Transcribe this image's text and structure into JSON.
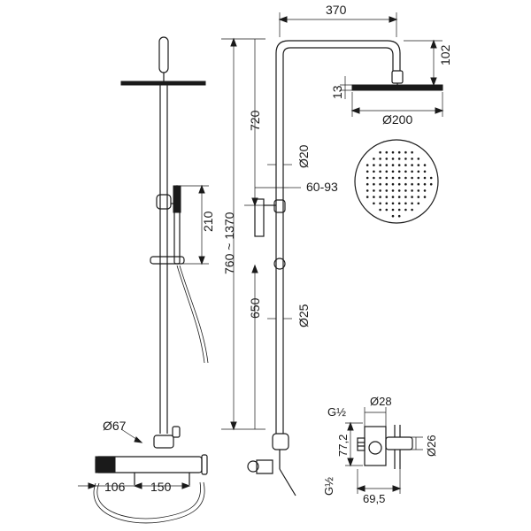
{
  "dimensions": {
    "width_top": "370",
    "head_drop": "102",
    "head_thickness": "13",
    "head_diameter": "Ø200",
    "upper_height": "720",
    "pipe_upper": "Ø20",
    "wall_range": "60-93",
    "overall_range": "760 ~ 1370",
    "hand_bar": "210",
    "lower_height": "650",
    "pipe_lower": "Ø25",
    "thermo_diameter": "Ø67",
    "thermo_offset": "106",
    "inlet_spacing": "150",
    "detail_thread_top": "G½",
    "detail_diameter": "Ø28",
    "detail_height": "77,2",
    "detail_width": "Ø26",
    "detail_thread_bottom": "G½",
    "detail_depth": "69,5"
  }
}
